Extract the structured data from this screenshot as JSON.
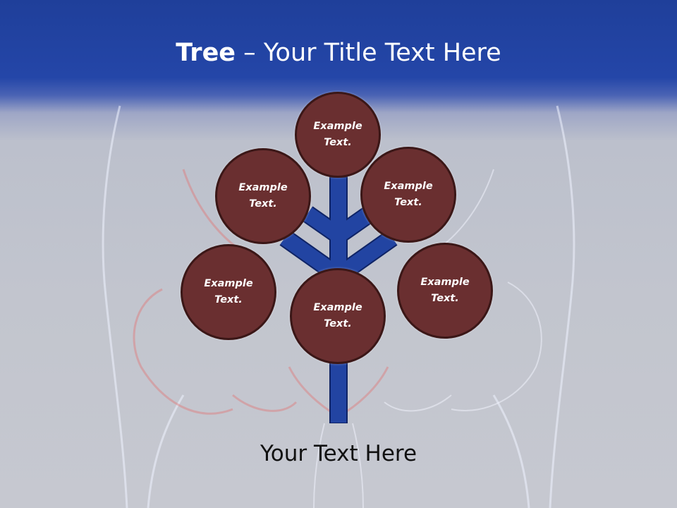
{
  "slide": {
    "title_bold": "Tree",
    "title_dash": " – ",
    "title_rest": "Your Title Text Here",
    "footer_text": "Your Text Here"
  },
  "tree": {
    "nodes": [
      {
        "id": "top",
        "line1": "Example",
        "line2": "Text."
      },
      {
        "id": "upper-left",
        "line1": "Example",
        "line2": "Text."
      },
      {
        "id": "upper-right",
        "line1": "Example",
        "line2": "Text."
      },
      {
        "id": "lower-left",
        "line1": "Example",
        "line2": "Text."
      },
      {
        "id": "center",
        "line1": "Example",
        "line2": "Text."
      },
      {
        "id": "lower-right",
        "line1": "Example",
        "line2": "Text."
      }
    ]
  },
  "colors": {
    "header_blue": "#2446a8",
    "trunk_blue": "#1f3f9a",
    "node_fill": "#6a2f30",
    "node_border": "#3b1717"
  }
}
